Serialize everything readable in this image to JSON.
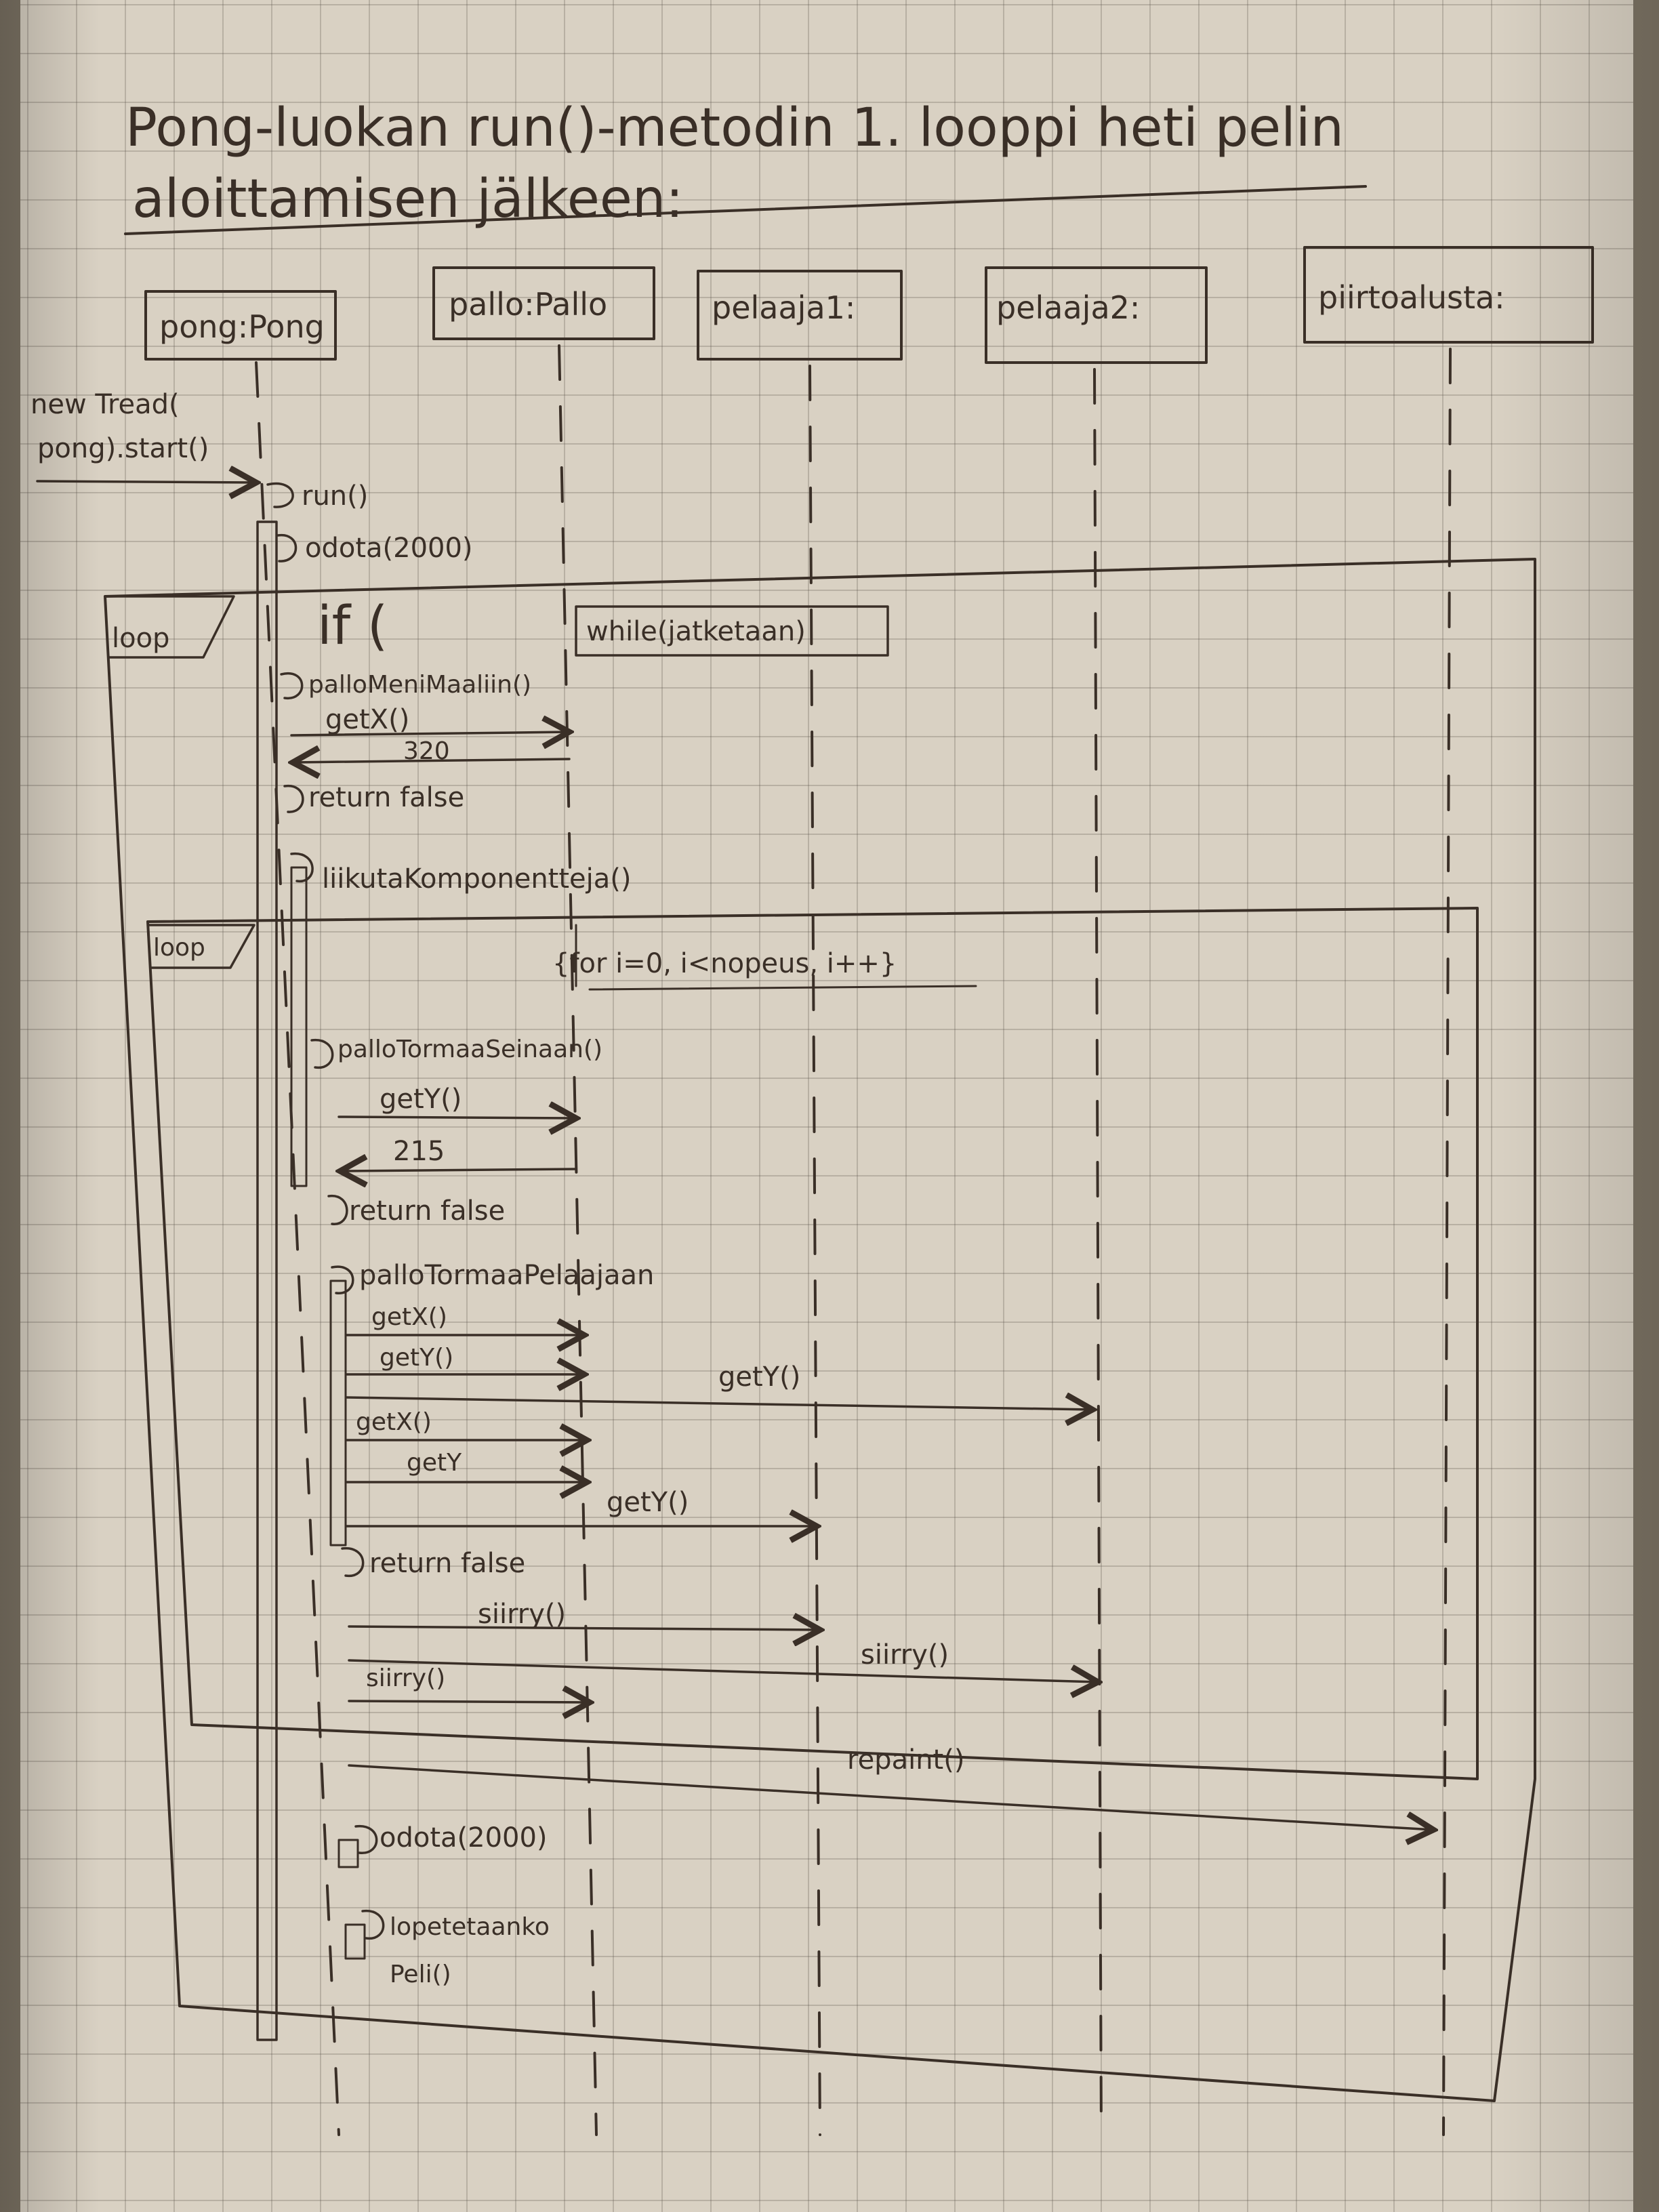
{
  "title": {
    "line1": "Pong-luokan run()-metodin 1. looppi heti pelin",
    "line2": "aloittamisen jälkeen:"
  },
  "lifelines": [
    {
      "label": "pong:Pong"
    },
    {
      "label": "pallo:Pallo"
    },
    {
      "label": "pelaaja1:"
    },
    {
      "label": "pelaaja2:"
    },
    {
      "label": "piirtoalusta:"
    }
  ],
  "frames": {
    "outer_loop": {
      "tag": "loop",
      "guard": "while(jatketaan)"
    },
    "inner_loop": {
      "tag": "loop",
      "guard": "{for i=0, i<nopeus, i++}"
    }
  },
  "messages": {
    "start": "new Tread(",
    "start2": "pong).start()",
    "run": "run()",
    "odota1": "odota(2000)",
    "if_open": "if (",
    "palloMeniMaaliin": "palloMeniMaaliin()",
    "getX1": "getX()",
    "ret320": "320",
    "return_false1": "return false",
    "liikutaKomponentteja": "liikutaKomponentteja()",
    "palloTormaaSeinaan": "palloTormaaSeinaan()",
    "getY1": "getY()",
    "ret215": "215",
    "return_false2": "return false",
    "palloTormaaPelaajaan": "palloTormaaPelaajaan",
    "getX2": "getX()",
    "getY2": "getY()",
    "getY_p2": "getY()",
    "getX3": "getX()",
    "getY3": "getY",
    "getY_p1": "getY()",
    "return_false3": "return false",
    "siirry_p1": "siirry()",
    "siirry_p2": "siirry()",
    "siirry_pallo": "siirry()",
    "repaint": "repaint()",
    "odota2": "odota(2000)",
    "lopetus1": "lopetetaanko",
    "lopetus2": "Peli()"
  }
}
